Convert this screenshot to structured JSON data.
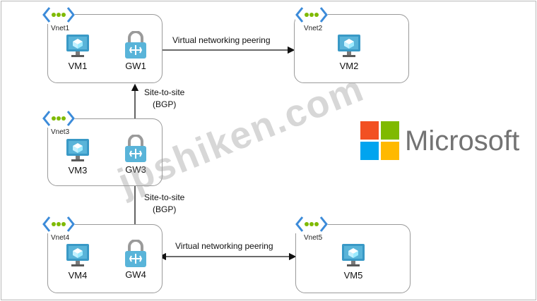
{
  "vnets": [
    {
      "id": "vnet1",
      "label": "Vnet1"
    },
    {
      "id": "vnet2",
      "label": "Vnet2"
    },
    {
      "id": "vnet3",
      "label": "Vnet3"
    },
    {
      "id": "vnet4",
      "label": "Vnet4"
    },
    {
      "id": "vnet5",
      "label": "Vnet5"
    }
  ],
  "nodes": {
    "vm1": "VM1",
    "gw1": "GW1",
    "vm2": "VM2",
    "vm3": "VM3",
    "gw3": "GW3",
    "vm4": "VM4",
    "gw4": "GW4",
    "vm5": "VM5"
  },
  "connections": {
    "peering_top": "Virtual networking peering",
    "peering_bottom": "Virtual networking peering",
    "s2s_top_line1": "Site-to-site",
    "s2s_top_line2": "(BGP)",
    "s2s_bottom_line1": "Site-to-site",
    "s2s_bottom_line2": "(BGP)"
  },
  "watermark": "jpshiken.com",
  "brand": {
    "name": "Microsoft",
    "colors": [
      "#f25022",
      "#7fba00",
      "#00a4ef",
      "#ffb900"
    ]
  }
}
